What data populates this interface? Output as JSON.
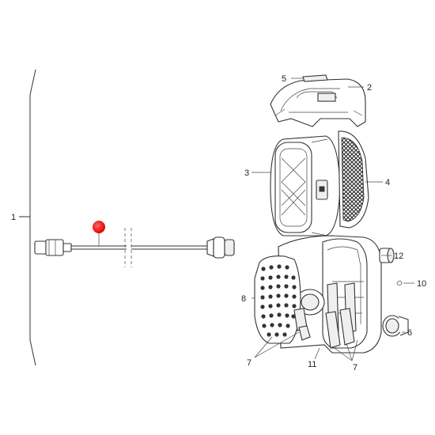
{
  "diagram": {
    "callouts": {
      "c1": "1",
      "c2": "2",
      "c3": "3",
      "c4": "4",
      "c5": "5",
      "c6": "6",
      "c7a": "7",
      "c7b": "7",
      "c8": "8",
      "c10": "10",
      "c11": "11",
      "c12": "12"
    },
    "colors": {
      "hotspot": "#ff1a1a",
      "line": "#333333",
      "background": "#ffffff"
    },
    "hotspot_icon": "red-dot-hotspot-icon"
  }
}
